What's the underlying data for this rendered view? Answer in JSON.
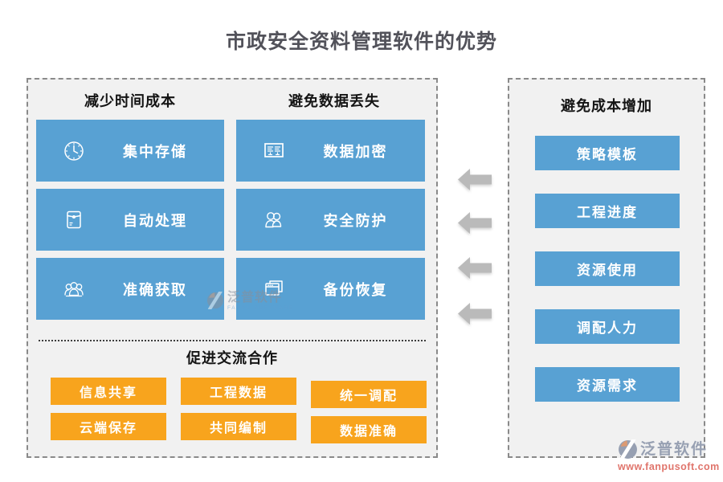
{
  "title": "市政安全资料管理软件的优势",
  "left_panel": {
    "columns": [
      {
        "header": "减少时间成本",
        "items": [
          {
            "icon": "clock-icon",
            "label": "集中存储"
          },
          {
            "icon": "document-pouch-icon",
            "label": "自动处理"
          },
          {
            "icon": "user-group-icon",
            "label": "准确获取"
          }
        ]
      },
      {
        "header": "避免数据丢失",
        "items": [
          {
            "icon": "encrypted-list-icon",
            "label": "数据加密"
          },
          {
            "icon": "two-users-icon",
            "label": "安全防护"
          },
          {
            "icon": "window-stack-icon",
            "label": "备份恢复"
          }
        ]
      }
    ],
    "bottom_section": {
      "header": "促进交流合作",
      "buttons": [
        "信息共享",
        "工程数据",
        "统一调配",
        "云端保存",
        "共同编制",
        "数据准确"
      ]
    }
  },
  "right_panel": {
    "header": "避免成本增加",
    "buttons": [
      "策略模板",
      "工程进度",
      "资源使用",
      "调配人力",
      "资源需求"
    ]
  },
  "arrows": {
    "count": 4,
    "direction": "left"
  },
  "watermark": {
    "brand": "泛普软件",
    "subtitle": "FANPU SOFTWARE"
  },
  "footer_logo": {
    "brand": "泛普软件",
    "url": "www.fanpusoft.com"
  },
  "colors": {
    "primary_blue": "#58a1d3",
    "accent_orange": "#f8a41d",
    "panel_background": "#f1f1f1",
    "dashed_border": "#8a8a8a",
    "title_text": "#52525a",
    "arrow_gray": "#bababa",
    "brand_text": "#97a0b2",
    "url_text": "#e0756c"
  }
}
